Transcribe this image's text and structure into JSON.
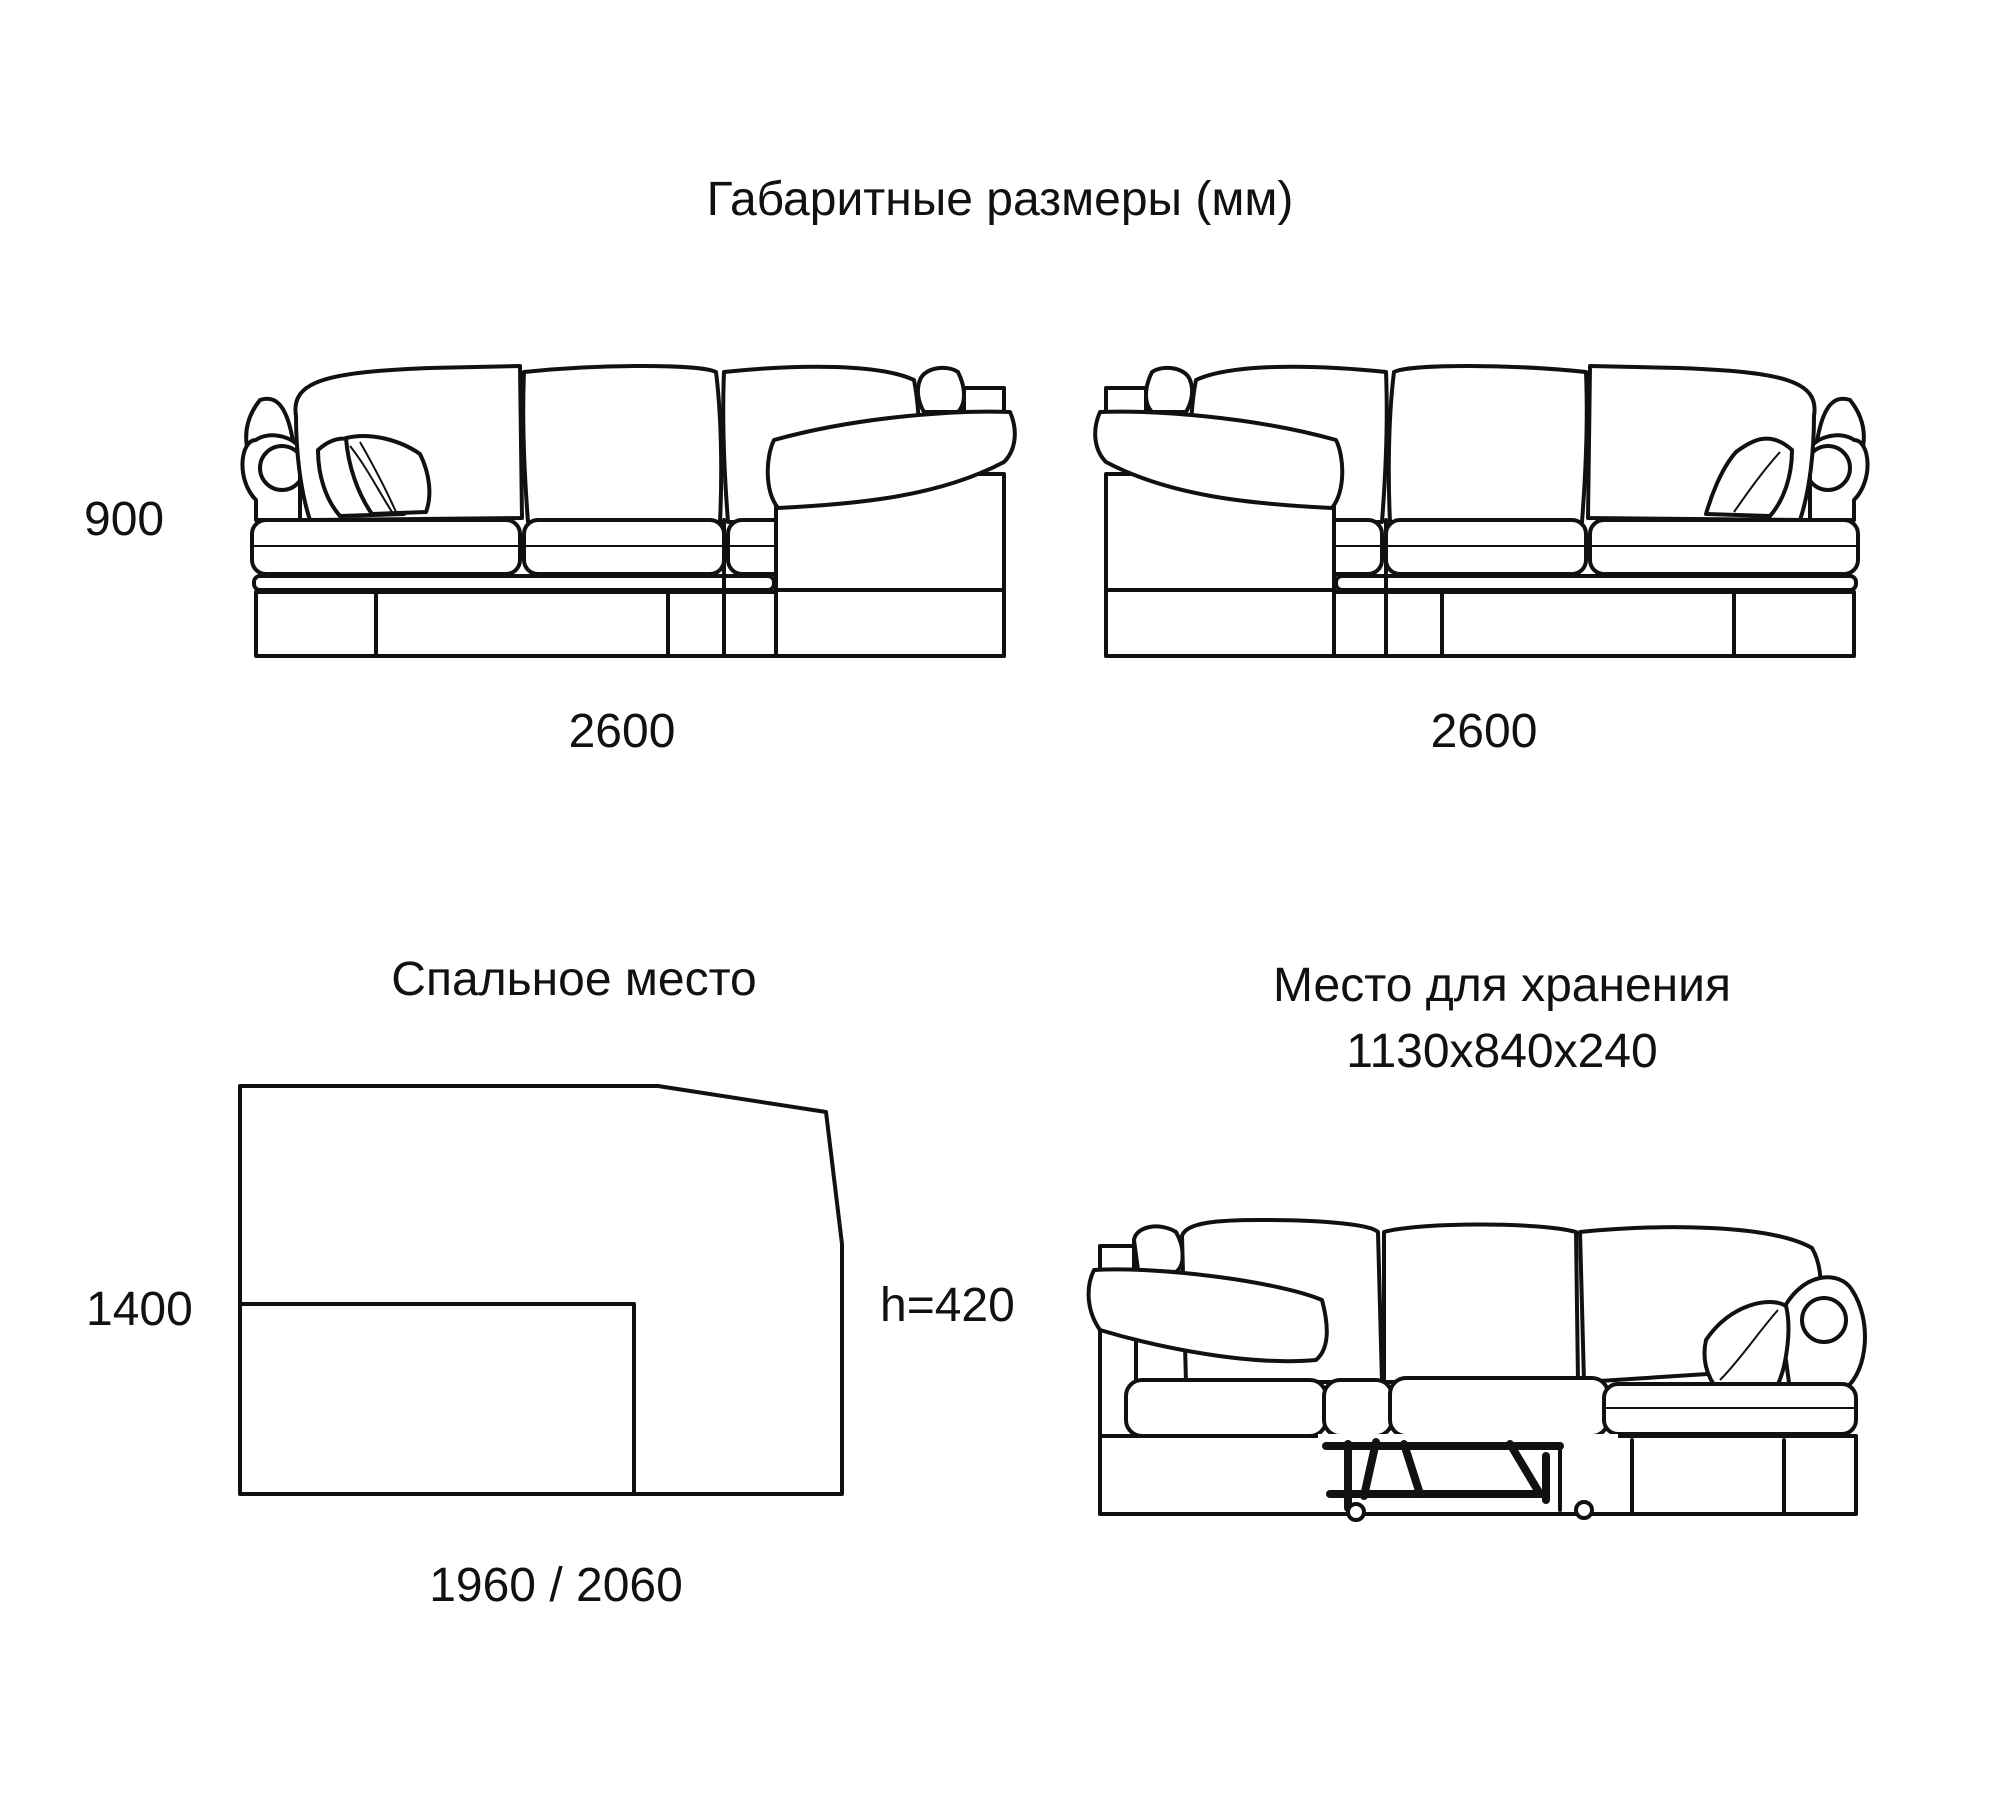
{
  "title": "Габаритные размеры (мм)",
  "dimensions": {
    "height_label": "900",
    "width_left_label": "2600",
    "width_right_label": "2600"
  },
  "sleeping": {
    "heading": "Спальное место",
    "width_label": "1400",
    "length_label": "1960 / 2060",
    "height_label": "h=420"
  },
  "storage": {
    "heading": "Место для хранения",
    "size_label": "1130х840х240"
  }
}
